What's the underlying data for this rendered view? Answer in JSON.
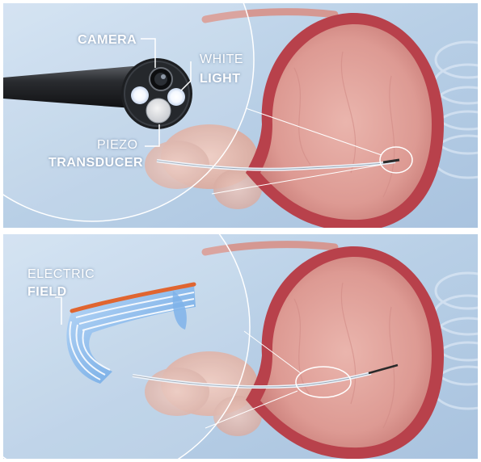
{
  "top_panel": {
    "labels": {
      "camera": "CAMERA",
      "white": "WHITE",
      "light": "LIGHT",
      "piezo": "PIEZO",
      "transducer": "TRANSDUCER"
    }
  },
  "bottom_panel": {
    "labels": {
      "electric": "ELECTRIC",
      "field": "FIELD"
    }
  },
  "colors": {
    "background": "#bcd3ea",
    "bladder_wall": "#b9404a",
    "bladder_inner": "#e4a7a0",
    "tissue": "#ddb7ad",
    "callout_line": "#ffffff",
    "electrode_stripe": "#e06530",
    "electrode_body": "#8fbff0"
  }
}
